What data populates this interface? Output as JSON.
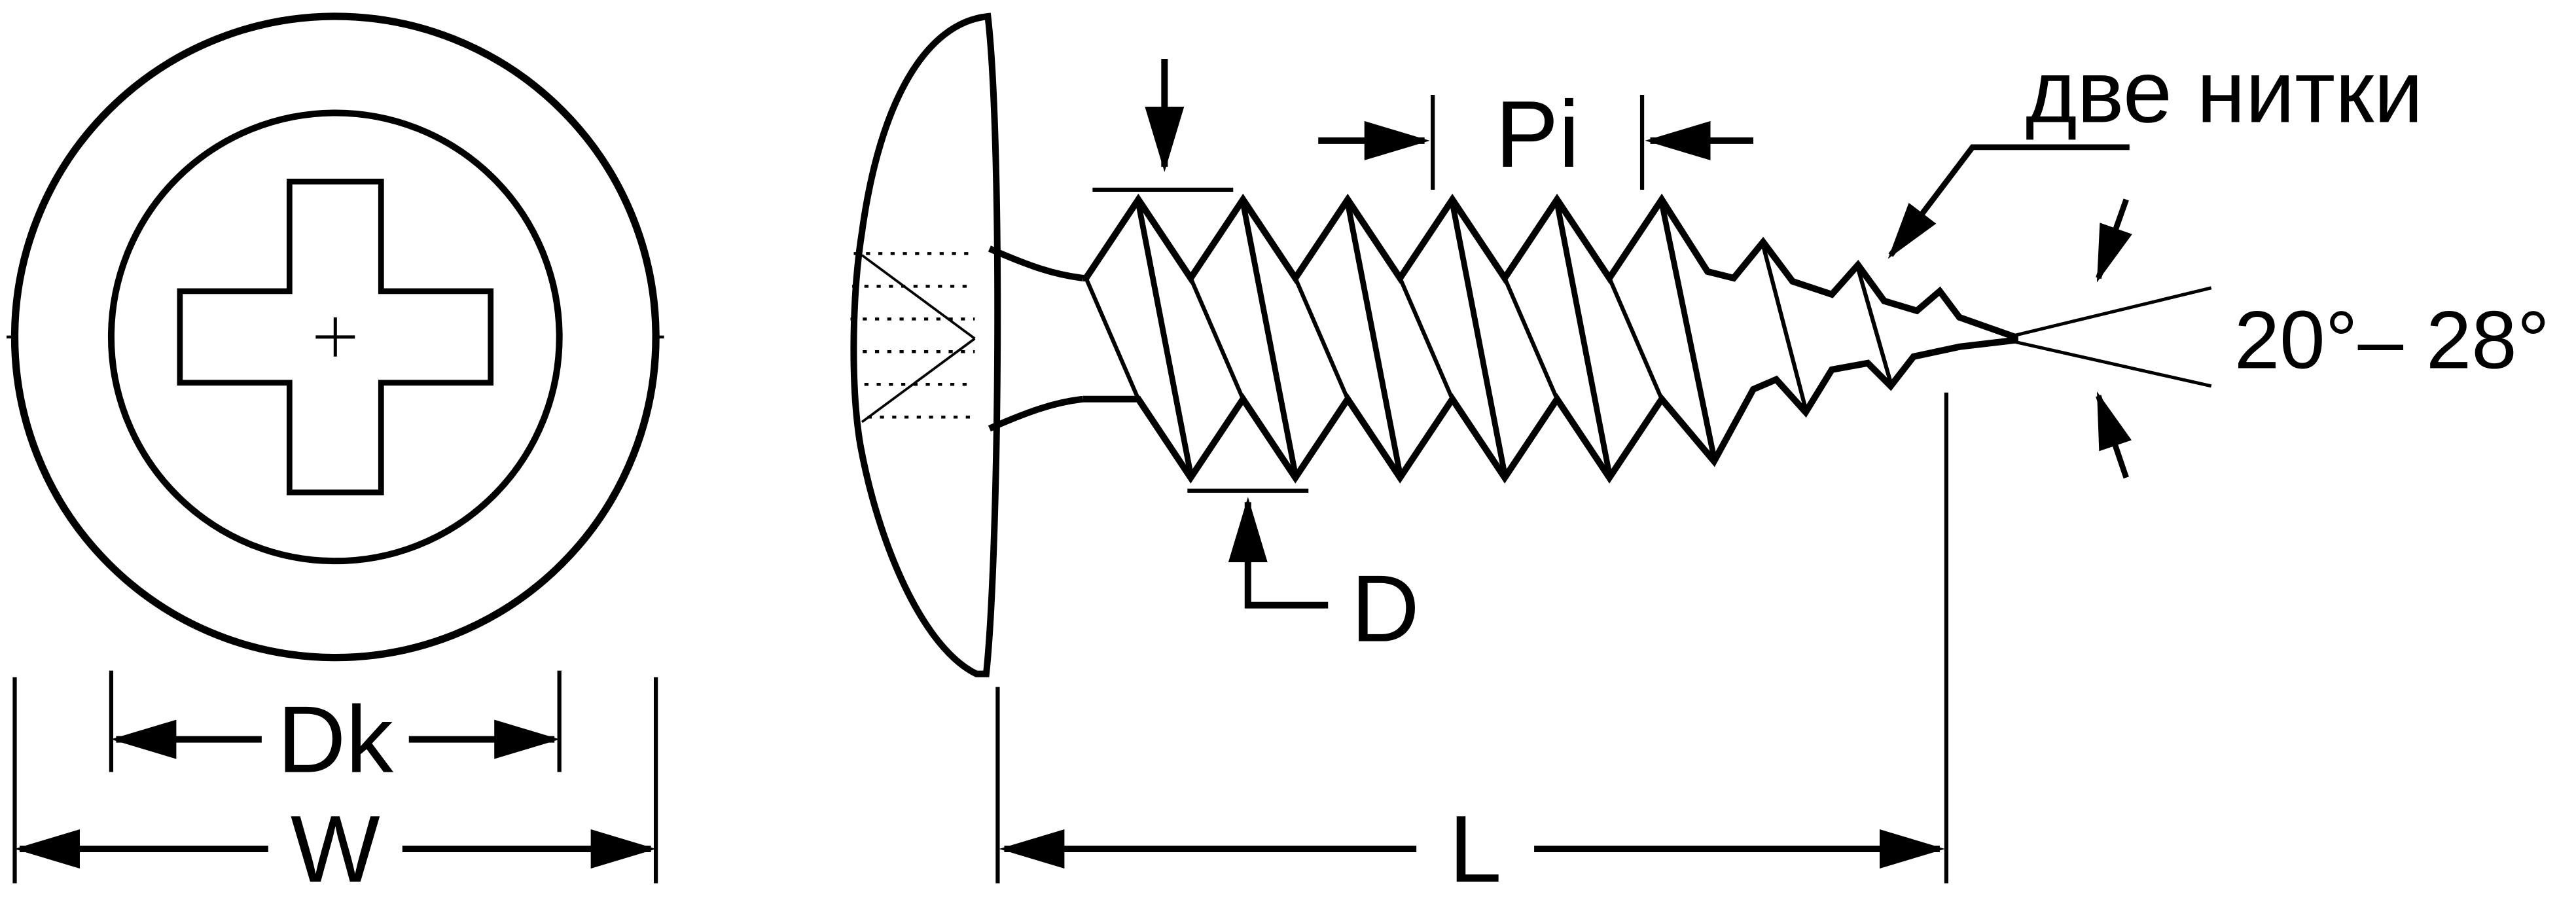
{
  "labels": {
    "head_diameter": "Dk",
    "flange_width": "W",
    "thread_pitch": "Pi",
    "thread_diameter": "D",
    "screw_length": "L",
    "two_threads_note": "две нитки",
    "point_angle": "20°– 28°"
  },
  "colors": {
    "line": "#000000",
    "background": "#ffffff"
  }
}
